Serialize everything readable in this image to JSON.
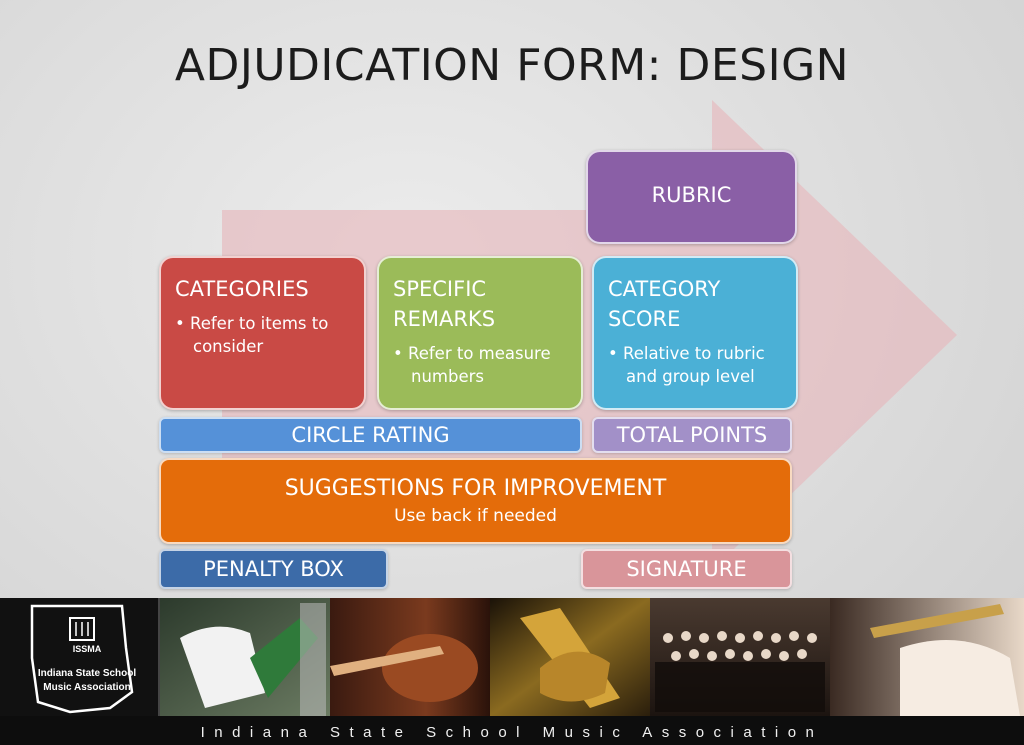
{
  "slide": {
    "title": "ADJUDICATION FORM: DESIGN"
  },
  "boxes": {
    "rubric": {
      "heading": "RUBRIC",
      "color": "#8a5fa6"
    },
    "categories": {
      "heading": "CATEGORIES",
      "bullet": "Refer to items to consider",
      "color": "#c94a45"
    },
    "specific_remarks": {
      "heading": "SPECIFIC REMARKS",
      "bullet": "Refer to measure numbers",
      "color": "#9bbb59"
    },
    "category_score": {
      "heading": "CATEGORY SCORE",
      "bullet": "Relative to rubric and group level",
      "color": "#4bb0d6"
    },
    "circle_rating": {
      "label": "CIRCLE RATING",
      "color": "#5591d8"
    },
    "total_points": {
      "label": "TOTAL POINTS",
      "color": "#a290c8"
    },
    "suggestions": {
      "heading": "SUGGESTIONS FOR IMPROVEMENT",
      "subtext": "Use back if needed",
      "color": "#e46c0a"
    },
    "penalty_box": {
      "label": "PENALTY BOX",
      "color": "#3c6ba8"
    },
    "signature": {
      "label": "SIGNATURE",
      "color": "#d9959a"
    }
  },
  "footer": {
    "logo_text": "ISSMA",
    "logo_name_line1": "Indiana State School",
    "logo_name_line2": "Music Association",
    "tagline": "Indiana State School Music Association"
  }
}
